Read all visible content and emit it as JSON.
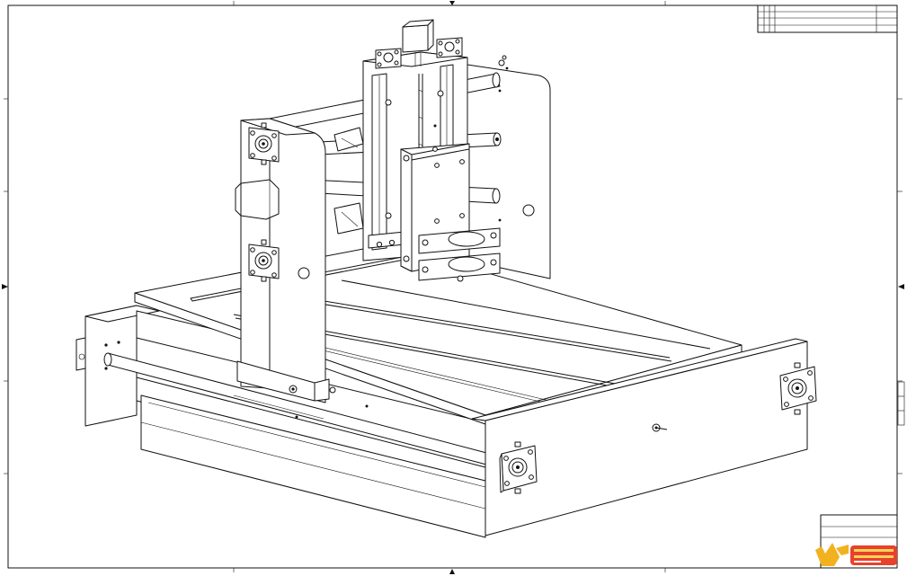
{
  "drawing": {
    "subject": "cnc-router-gantry-isometric",
    "line_color": "#111111",
    "paper_color": "#ffffff"
  },
  "title_block": {
    "rows": 4,
    "columns": 5
  },
  "watermark": {
    "text": "",
    "colors": {
      "primary": "#e8412c",
      "accent": "#f2b21f"
    }
  }
}
